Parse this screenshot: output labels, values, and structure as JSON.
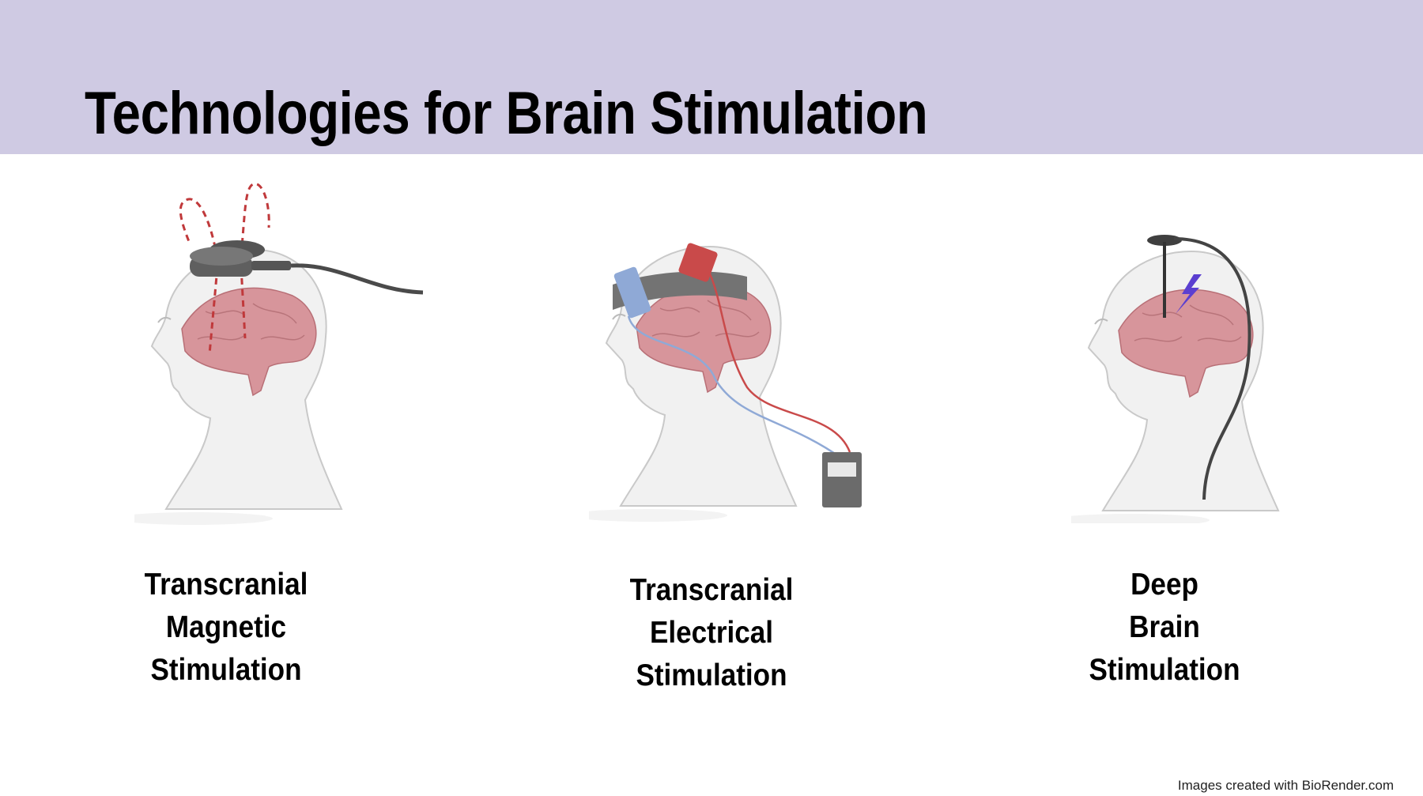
{
  "slide": {
    "title": "Technologies for Brain Stimulation",
    "credit": "Images created with BioRender.com"
  },
  "panels": [
    {
      "lines": [
        "Transcranial",
        "Magnetic",
        "Stimulation"
      ],
      "icon": "tms-head-illustration"
    },
    {
      "lines": [
        "Transcranial",
        "Electrical",
        "Stimulation"
      ],
      "icon": "tes-head-illustration"
    },
    {
      "lines": [
        "Deep",
        "Brain",
        "Stimulation"
      ],
      "icon": "dbs-head-illustration"
    }
  ],
  "colors": {
    "header": "#cfcae3",
    "brain": "#d7959b",
    "anode": "#c94a4a",
    "cathode": "#8fa9d6",
    "device": "#6b6b6b",
    "bolt": "#5b3fd0"
  }
}
